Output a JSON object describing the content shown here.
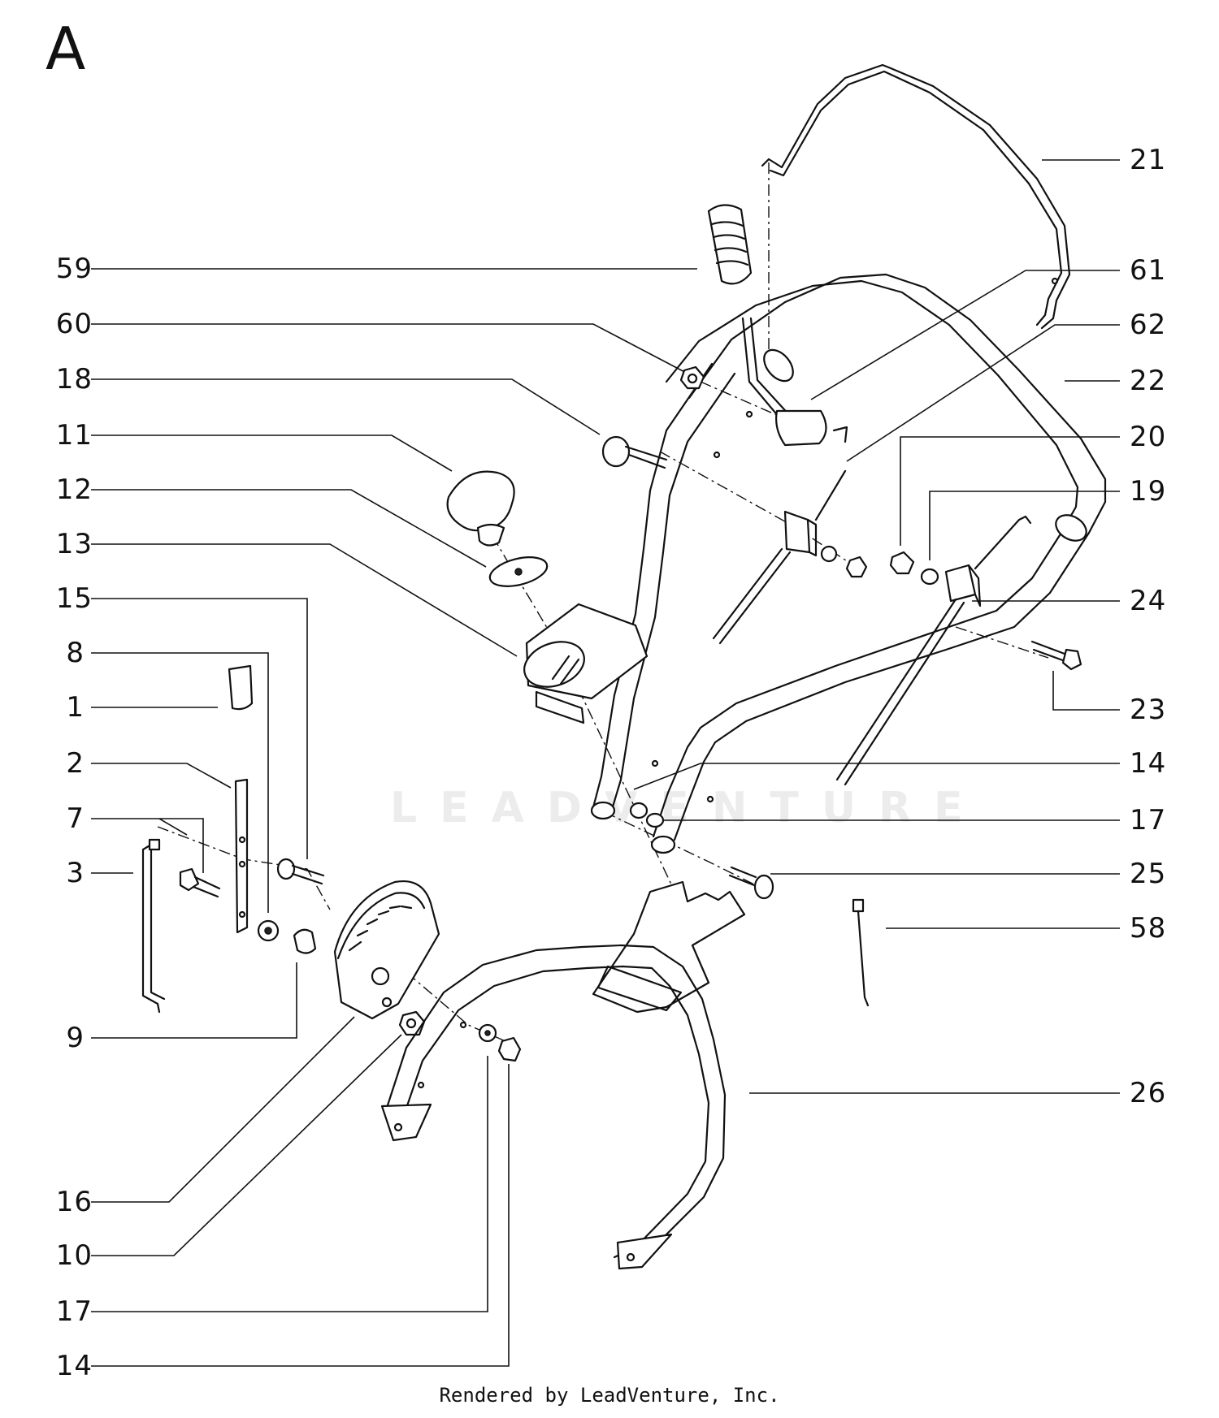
{
  "section_letter": "A",
  "callouts_left": [
    "59",
    "60",
    "18",
    "11",
    "12",
    "13",
    "15",
    "8",
    "1",
    "2",
    "7",
    "3",
    "9",
    "16",
    "10",
    "17",
    "14"
  ],
  "callouts_right": [
    "21",
    "61",
    "62",
    "22",
    "20",
    "19",
    "24",
    "23",
    "14",
    "17",
    "25",
    "58",
    "26"
  ],
  "watermark": "LEADVENTURE",
  "credit": "Rendered by LeadVenture, Inc."
}
